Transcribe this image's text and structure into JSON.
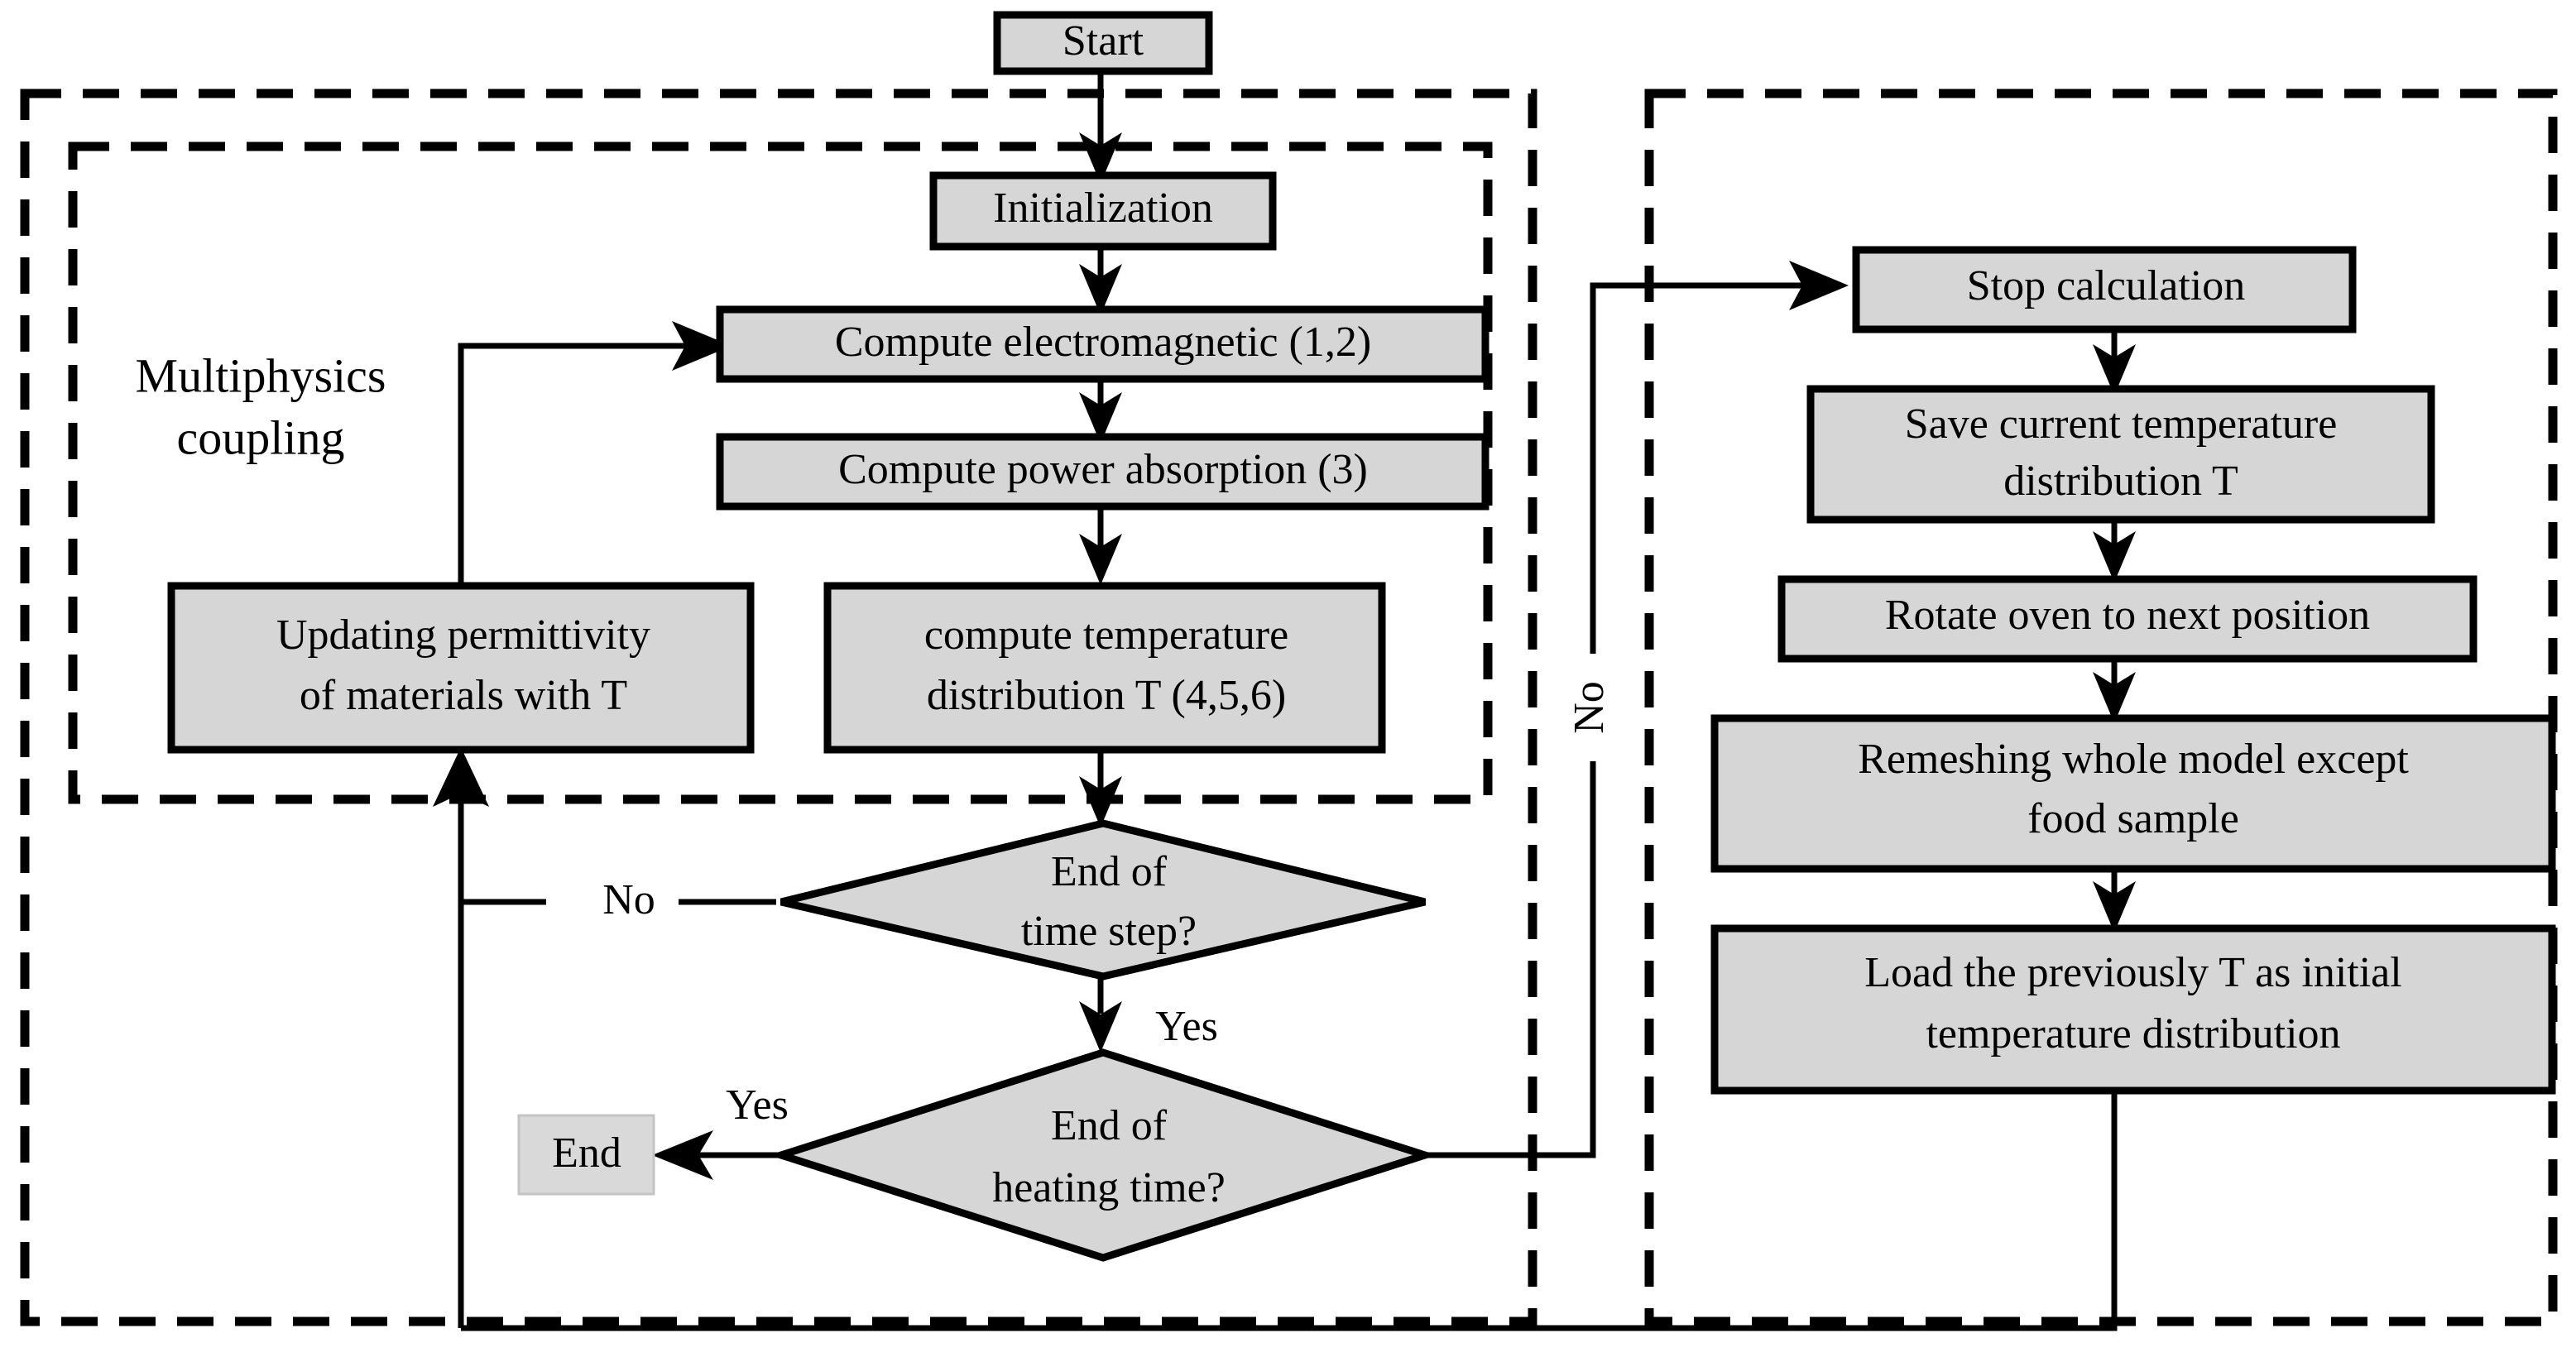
{
  "diagram": {
    "title": "Multiphysics coupled microwave heating simulation flowchart",
    "colors": {
      "node_fill": "#d6d6d6",
      "node_stroke": "#000000",
      "dashed_group_stroke": "#000000",
      "end_fill": "#d9d9d9",
      "end_stroke": "#c4c4c4",
      "background": "#ffffff"
    },
    "groups": [
      {
        "id": "outer-left",
        "label": ""
      },
      {
        "id": "multiphysics",
        "label_line1": "Multiphysics",
        "label_line2": "coupling"
      },
      {
        "id": "outer-right",
        "label": ""
      }
    ],
    "nodes": [
      {
        "id": "start",
        "shape": "process",
        "lines": [
          "Start"
        ]
      },
      {
        "id": "initialization",
        "shape": "process",
        "lines": [
          "Initialization"
        ]
      },
      {
        "id": "compute-em",
        "shape": "process",
        "lines": [
          "Compute electromagnetic (1,2)"
        ]
      },
      {
        "id": "compute-power",
        "shape": "process",
        "lines": [
          "Compute power absorption (3)"
        ]
      },
      {
        "id": "compute-temp",
        "shape": "process",
        "lines": [
          "compute temperature",
          "distribution T (4,5,6)"
        ]
      },
      {
        "id": "update-permittivity",
        "shape": "process",
        "lines": [
          "Updating permittivity",
          "of materials with T"
        ]
      },
      {
        "id": "end-time-step",
        "shape": "decision",
        "lines": [
          "End of",
          "time step?"
        ]
      },
      {
        "id": "end-heating-time",
        "shape": "decision",
        "lines": [
          "End of",
          "heating time?"
        ]
      },
      {
        "id": "end",
        "shape": "terminator",
        "lines": [
          "End"
        ]
      },
      {
        "id": "stop-calculation",
        "shape": "process",
        "lines": [
          "Stop calculation"
        ]
      },
      {
        "id": "save-temp",
        "shape": "process",
        "lines": [
          "Save current temperature",
          "distribution T"
        ]
      },
      {
        "id": "rotate-oven",
        "shape": "process",
        "lines": [
          "Rotate oven to next position"
        ]
      },
      {
        "id": "remeshing",
        "shape": "process",
        "lines": [
          "Remeshing whole model except",
          "food sample"
        ]
      },
      {
        "id": "load-temp",
        "shape": "process",
        "lines": [
          "Load the previously T as initial",
          "temperature distribution"
        ]
      }
    ],
    "edge_labels": {
      "time_step_no": "No",
      "time_step_yes": "Yes",
      "heating_time_yes": "Yes",
      "heating_time_no": "No"
    }
  }
}
